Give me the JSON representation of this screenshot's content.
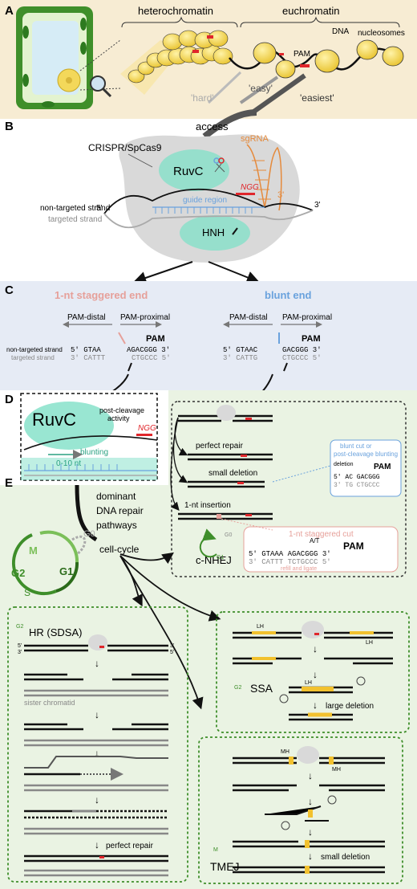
{
  "panels": {
    "a": "A",
    "b": "B",
    "c": "C",
    "d": "D",
    "e": "E"
  },
  "panel_a": {
    "heterochromatin": "heterochromatin",
    "euchromatin": "euchromatin",
    "dna": "DNA",
    "nucleosomes": "nucleosomes",
    "pam": "PAM",
    "hard": "'hard'",
    "easy": "'easy'",
    "easiest": "'easiest'"
  },
  "panel_b": {
    "access": "access",
    "crispr": "CRISPR/SpCas9",
    "sgrna": "sgRNA",
    "three_prime": "3'",
    "ruvc": "RuvC",
    "ngg": "NGG",
    "non_targeted": "non-targeted strand",
    "targeted": "targeted strand",
    "guide_region": "guide region",
    "hnh": "HNH",
    "five_prime": "5'"
  },
  "panel_c": {
    "staggered": "1-nt staggered end",
    "blunt": "blunt end",
    "pam_distal": "PAM-distal",
    "pam_proximal": "PAM-proximal",
    "pam": "PAM",
    "non_targeted": "non-targeted strand",
    "targeted": "targeted strand",
    "left_top_distal": "5' GTAA",
    "left_top_proximal": "AGACGGG 3'",
    "left_bot_distal": "3' CATTT",
    "left_bot_proximal": "CTGCCC 5'",
    "right_top_distal": "5' GTAAC",
    "right_top_proximal": "GACGGG 3'",
    "right_bot_distal": "3' CATTG",
    "right_bot_proximal": "CTGCCC 5'"
  },
  "panel_d": {
    "ruvc": "RuvC",
    "post_cleavage": "post-cleavage",
    "activity": "activity",
    "blunting": "blunting",
    "nt_range": "0-10 nt",
    "ngg": "NGG",
    "perfect_repair": "perfect repair",
    "small_deletion": "small deletion",
    "insertion": "1-nt insertion",
    "blunt_cut_1": "blunt cut or",
    "blunt_cut_2": "post-cleavage blunting",
    "deletion": "deletion",
    "pam": "PAM",
    "staggered_cut": "1-nt staggered cut",
    "at": "A/T",
    "stag_top": "5' GTAAA AGACGGG 3'",
    "stag_bot": "3' CATTT TCTGCCC 5'",
    "refill": "refill and ligate",
    "cnhej": "c-NHEJ",
    "g1": "G1",
    "g0": "G0"
  },
  "panel_e": {
    "dominant_1": "dominant",
    "dominant_2": "DNA repair",
    "dominant_3": "pathways",
    "cell_cycle": "cell-cycle",
    "m": "M",
    "g0": "G0",
    "g1": "G1",
    "g2": "G2",
    "s": "S",
    "hr": "HR (SDSA)",
    "sister": "sister chromatid",
    "perfect_repair": "perfect repair",
    "ssa": "SSA",
    "lh": "LH",
    "large_deletion": "large deletion",
    "tmej": "TMEJ",
    "mh": "MH",
    "small_deletion": "small deletion",
    "five": "5'",
    "three": "3'"
  },
  "colors": {
    "nucleosome": "#f2d23c",
    "cas9": "#d9d9d9",
    "ruvc": "#7fe0c7",
    "pam_red": "#e0262b",
    "guide_blue": "#6aa2dd",
    "sgrna_orange": "#e58a3c",
    "stagger_pink": "#e6a09a",
    "green": "#3e8e2a",
    "yellow_lh": "#f2c12e",
    "panel_c_bg": "#e6ebf5",
    "panel_e_bg": "#eaf3e3"
  }
}
